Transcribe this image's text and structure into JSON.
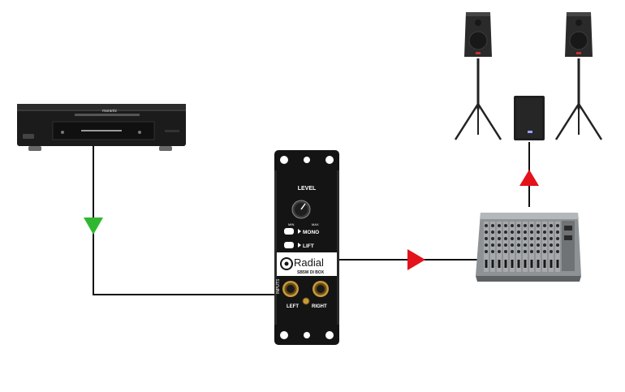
{
  "diagram": {
    "devices": {
      "player": {
        "brand": "marantz"
      },
      "di_box": {
        "level_label": "LEVEL",
        "min_label": "MIN",
        "max_label": "MAX",
        "mono_label": "MONO",
        "lift_label": "LIFT",
        "logo": "Radial",
        "model": "SB5W DI BOX",
        "inputs_label": "INPUTS",
        "left_label": "LEFT",
        "right_label": "RIGHT"
      },
      "mixer": {},
      "speakers": [
        "left",
        "right"
      ],
      "subwoofer": {}
    },
    "arrows": {
      "down": "#2fb82f",
      "right": "#e3121b",
      "up": "#e3121b"
    }
  }
}
